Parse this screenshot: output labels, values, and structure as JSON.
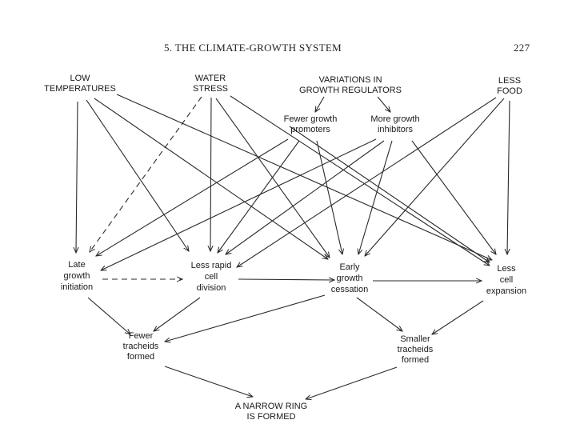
{
  "header": {
    "title": "5. THE CLIMATE-GROWTH SYSTEM",
    "page_number": "227"
  },
  "diagram": {
    "nodes": [
      {
        "id": "low_temp",
        "lines": [
          "LOW",
          "TEMPERATURES"
        ]
      },
      {
        "id": "water_stress",
        "lines": [
          "WATER",
          "STRESS"
        ]
      },
      {
        "id": "variations",
        "lines": [
          "VARIATIONS IN",
          "GROWTH REGULATORS"
        ]
      },
      {
        "id": "less_food",
        "lines": [
          "LESS",
          "FOOD"
        ]
      },
      {
        "id": "fewer_promoters",
        "lines": [
          "Fewer growth",
          "promoters"
        ]
      },
      {
        "id": "more_inhibitors",
        "lines": [
          "More growth",
          "inhibitors"
        ]
      },
      {
        "id": "late_initiation",
        "lines": [
          "Late",
          "growth",
          "initiation"
        ]
      },
      {
        "id": "less_division",
        "lines": [
          "Less rapid",
          "cell",
          "division"
        ]
      },
      {
        "id": "early_cessation",
        "lines": [
          "Early",
          "growth",
          "cessation"
        ]
      },
      {
        "id": "less_expansion",
        "lines": [
          "Less",
          "cell",
          "expansion"
        ]
      },
      {
        "id": "fewer_tracheids",
        "lines": [
          "Fewer",
          "tracheids",
          "formed"
        ]
      },
      {
        "id": "smaller_tracheids",
        "lines": [
          "Smaller",
          "tracheids",
          "formed"
        ]
      },
      {
        "id": "narrow_ring",
        "lines": [
          "A NARROW RING",
          "IS FORMED"
        ]
      }
    ],
    "edges": [
      {
        "from": "low_temp",
        "to": "late_initiation",
        "style": "solid"
      },
      {
        "from": "low_temp",
        "to": "less_division",
        "style": "solid"
      },
      {
        "from": "low_temp",
        "to": "early_cessation",
        "style": "solid"
      },
      {
        "from": "low_temp",
        "to": "less_expansion",
        "style": "solid"
      },
      {
        "from": "water_stress",
        "to": "late_initiation",
        "style": "dashed"
      },
      {
        "from": "water_stress",
        "to": "less_division",
        "style": "solid"
      },
      {
        "from": "water_stress",
        "to": "early_cessation",
        "style": "solid"
      },
      {
        "from": "water_stress",
        "to": "less_expansion",
        "style": "solid"
      },
      {
        "from": "variations",
        "to": "fewer_promoters",
        "style": "solid"
      },
      {
        "from": "variations",
        "to": "more_inhibitors",
        "style": "solid"
      },
      {
        "from": "fewer_promoters",
        "to": "late_initiation",
        "style": "solid"
      },
      {
        "from": "fewer_promoters",
        "to": "less_division",
        "style": "solid"
      },
      {
        "from": "fewer_promoters",
        "to": "early_cessation",
        "style": "solid"
      },
      {
        "from": "fewer_promoters",
        "to": "less_expansion",
        "style": "solid"
      },
      {
        "from": "more_inhibitors",
        "to": "late_initiation",
        "style": "solid"
      },
      {
        "from": "more_inhibitors",
        "to": "less_division",
        "style": "solid"
      },
      {
        "from": "more_inhibitors",
        "to": "early_cessation",
        "style": "solid"
      },
      {
        "from": "more_inhibitors",
        "to": "less_expansion",
        "style": "solid"
      },
      {
        "from": "less_food",
        "to": "less_division",
        "style": "solid"
      },
      {
        "from": "less_food",
        "to": "early_cessation",
        "style": "solid"
      },
      {
        "from": "less_food",
        "to": "less_expansion",
        "style": "solid"
      },
      {
        "from": "late_initiation",
        "to": "less_division",
        "style": "dashed"
      },
      {
        "from": "less_division",
        "to": "early_cessation",
        "style": "solid"
      },
      {
        "from": "early_cessation",
        "to": "less_expansion",
        "style": "solid"
      },
      {
        "from": "late_initiation",
        "to": "fewer_tracheids",
        "style": "solid"
      },
      {
        "from": "less_division",
        "to": "fewer_tracheids",
        "style": "solid"
      },
      {
        "from": "early_cessation",
        "to": "fewer_tracheids",
        "style": "solid"
      },
      {
        "from": "early_cessation",
        "to": "smaller_tracheids",
        "style": "solid"
      },
      {
        "from": "less_expansion",
        "to": "smaller_tracheids",
        "style": "solid"
      },
      {
        "from": "fewer_tracheids",
        "to": "narrow_ring",
        "style": "solid"
      },
      {
        "from": "smaller_tracheids",
        "to": "narrow_ring",
        "style": "solid"
      }
    ]
  }
}
